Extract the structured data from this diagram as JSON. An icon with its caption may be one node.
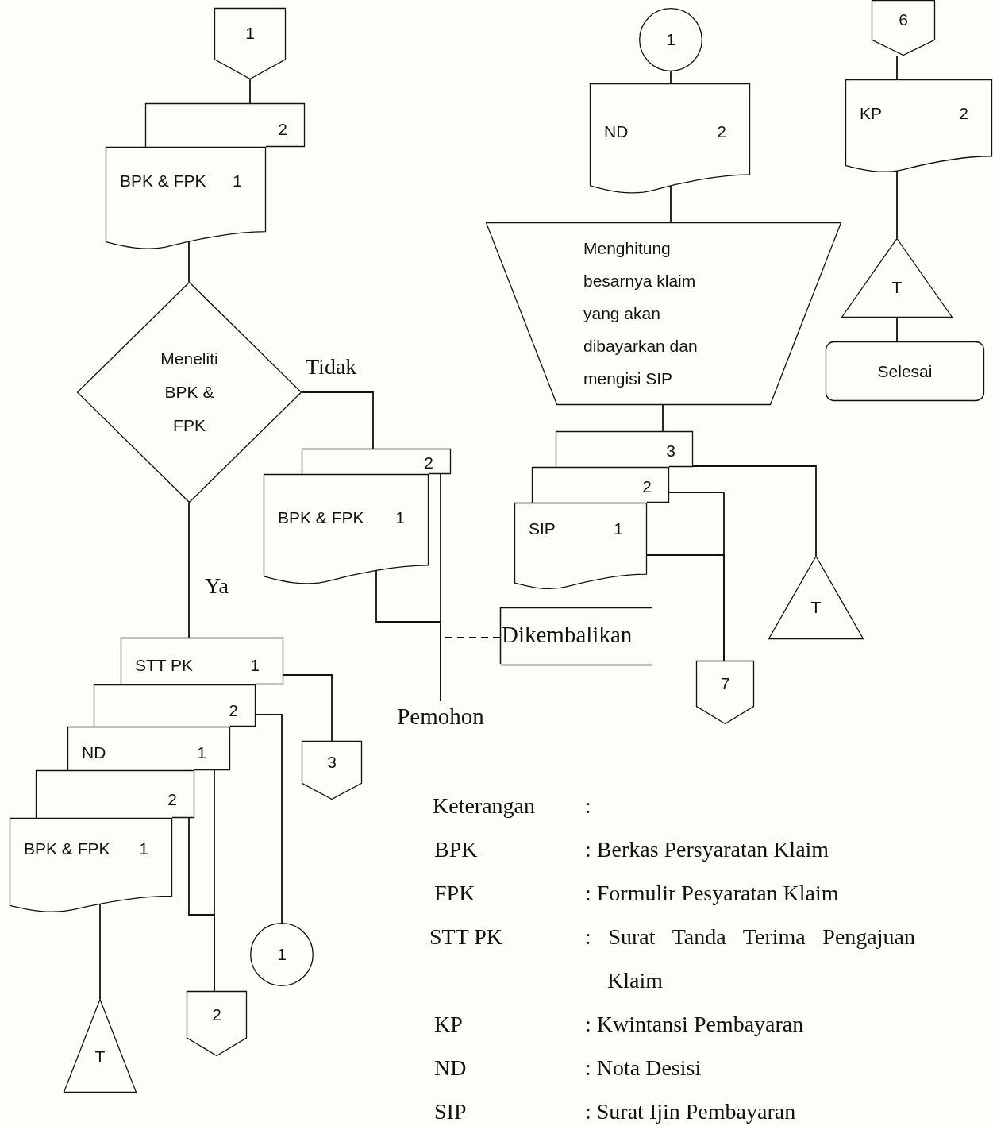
{
  "diagram": {
    "nodes": [
      {
        "text": [
          "1"
        ]
      },
      {
        "text": [
          "2"
        ]
      },
      {
        "text": [
          "BPK & FPK",
          "1"
        ]
      },
      {
        "text": [
          "Meneliti BPK & FPK"
        ]
      },
      {
        "text": [
          "2"
        ]
      },
      {
        "text": [
          "BPK & FPK",
          "1"
        ]
      },
      {
        "text": [
          "Pemohon"
        ]
      },
      {
        "text": [
          "Dikembalikan"
        ]
      },
      {
        "text": [
          "STT PK",
          "1"
        ]
      },
      {
        "text": [
          "2"
        ]
      },
      {
        "text": [
          "ND",
          "1"
        ]
      },
      {
        "text": [
          "2"
        ]
      },
      {
        "text": [
          "BPK & FPK",
          "1"
        ]
      },
      {
        "text": [
          "3"
        ]
      },
      {
        "text": [
          "1"
        ]
      },
      {
        "text": [
          "2"
        ]
      },
      {
        "text": [
          "T"
        ]
      },
      {
        "text": [
          "1"
        ]
      },
      {
        "text": [
          "ND",
          "2"
        ]
      },
      {
        "text": [
          "Menghitung besarnya klaim yang akan dibayarkan dan mengisi SIP"
        ]
      },
      {
        "text": [
          "3"
        ]
      },
      {
        "text": [
          "2"
        ]
      },
      {
        "text": [
          "SIP",
          "1"
        ]
      },
      {
        "text": [
          "7"
        ]
      },
      {
        "text": [
          "T"
        ]
      },
      {
        "text": [
          "6"
        ]
      },
      {
        "text": [
          "KP",
          "2"
        ]
      },
      {
        "text": [
          "T"
        ]
      },
      {
        "text": [
          "Selesai"
        ]
      }
    ],
    "edges": [
      {
        "from": 0,
        "to": 1,
        "arrow": "none"
      },
      {
        "from": 2,
        "to": 3,
        "arrow": "none"
      },
      {
        "from": 3,
        "to": 4,
        "arrow": "none",
        "label": "Tidak"
      },
      {
        "from": 3,
        "to": 8,
        "arrow": "none",
        "label": "Ya"
      },
      {
        "from": 4,
        "to": 6,
        "arrow": "none"
      },
      {
        "from": 5,
        "to": 6,
        "arrow": "none"
      },
      {
        "from": 7,
        "to": 6,
        "arrow": "none",
        "style": "dashed"
      },
      {
        "from": 8,
        "to": 13,
        "arrow": "none"
      },
      {
        "from": 9,
        "to": 14,
        "arrow": "none"
      },
      {
        "from": 10,
        "to": 15,
        "arrow": "none"
      },
      {
        "from": 11,
        "to": 15,
        "arrow": "none"
      },
      {
        "from": 12,
        "to": 16,
        "arrow": "none"
      },
      {
        "from": 17,
        "to": 18,
        "arrow": "none"
      },
      {
        "from": 18,
        "to": 19,
        "arrow": "none"
      },
      {
        "from": 19,
        "to": 20,
        "arrow": "none"
      },
      {
        "from": 20,
        "to": 24,
        "arrow": "none"
      },
      {
        "from": 21,
        "to": 23,
        "arrow": "none"
      },
      {
        "from": 22,
        "to": 23,
        "arrow": "none"
      },
      {
        "from": 25,
        "to": 26,
        "arrow": "none"
      },
      {
        "from": 26,
        "to": 27,
        "arrow": "none"
      },
      {
        "from": 27,
        "to": 28,
        "arrow": "none"
      }
    ],
    "labels": [
      "Keterangan",
      ":",
      "BPK",
      ": Berkas Persyaratan Klaim",
      "FPK",
      ": Formulir Pesyaratan Klaim",
      "STT PK",
      ": Surat Tanda Terima Pengajuan Klaim",
      "KP",
      ": Kwintansi Pembayaran",
      "ND",
      ": Nota Desisi",
      "SIP",
      ": Surat Ijin Pembayaran"
    ]
  }
}
